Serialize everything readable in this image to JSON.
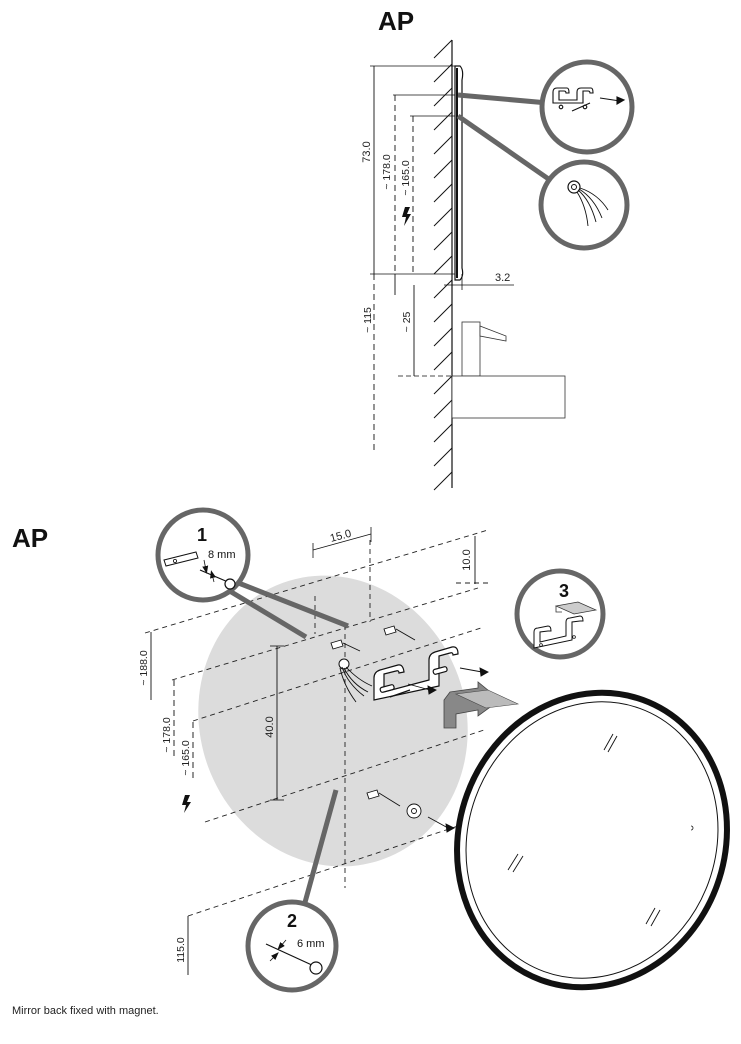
{
  "top_view": {
    "title": "AP",
    "dims": {
      "height": "73.0",
      "upper": "~ 178.0",
      "inner": "~ 165.0",
      "gap": "3.2",
      "floor": "~ 115",
      "basin": "~ 25"
    },
    "callout_icons": [
      "mounting-bracket-icon",
      "wall-plug-with-cable-icon"
    ],
    "electric_icon": "lightning-bolt-icon"
  },
  "bottom_view": {
    "title": "AP",
    "dims": {
      "width": "15.0",
      "top_offset": "10.0",
      "upper": "~ 188.0",
      "mid": "~ 178.0",
      "inner": "~ 165.0",
      "height": "40.0",
      "floor": "115.0"
    },
    "steps": [
      {
        "number": "1",
        "size": "8 mm",
        "icon": "spirit-level-drill-icon"
      },
      {
        "number": "2",
        "size": "6 mm",
        "icon": "drill-bit-icon"
      },
      {
        "number": "3",
        "icon": "bracket-insert-icon"
      }
    ],
    "electric_icon": "lightning-bolt-icon"
  },
  "caption": "Mirror back fixed with magnet.",
  "colors": {
    "line": "#111111",
    "leader": "#666666",
    "mounting_area": "#dcdcdc"
  }
}
